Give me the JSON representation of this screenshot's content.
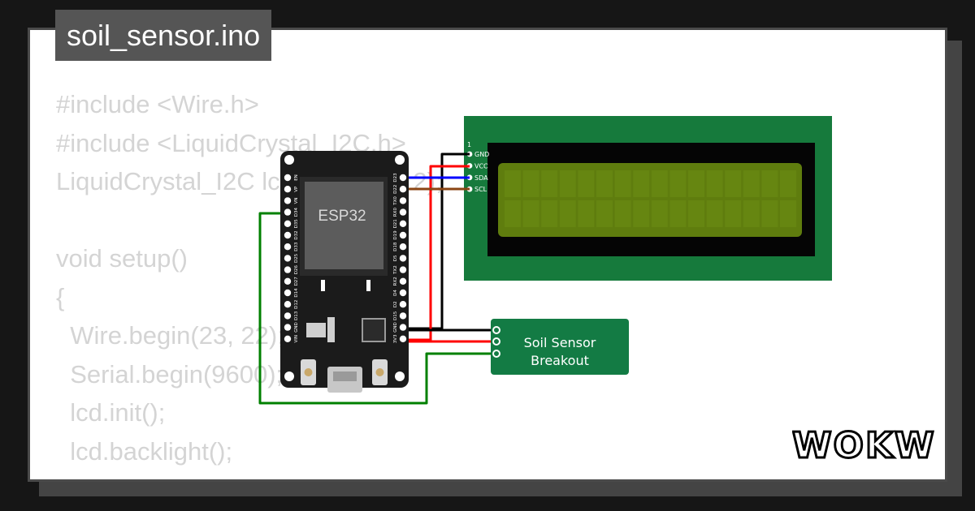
{
  "file": {
    "name": "soil_sensor.ino"
  },
  "code_lines": [
    "#include <Wire.h>",
    "#include <LiquidCrystal_I2C.h>",
    "LiquidCrystal_I2C lcd(0x27, 16, 2);",
    "",
    "void setup()",
    "{",
    "  Wire.begin(23, 22);",
    "  Serial.begin(9600);",
    "  lcd.init();",
    "  lcd.backlight();",
    "}"
  ],
  "esp32": {
    "label": "ESP32",
    "left_pins": [
      "EN",
      "VP",
      "VN",
      "D34",
      "D35",
      "D32",
      "D33",
      "D25",
      "D26",
      "D27",
      "D14",
      "D12",
      "D13",
      "GND",
      "VIN"
    ],
    "right_pins": [
      "D23",
      "D22",
      "TX0",
      "RX0",
      "D21",
      "D19",
      "D18",
      "D5",
      "TX2",
      "RX2",
      "D4",
      "D2",
      "D15",
      "GND",
      "3V3"
    ]
  },
  "lcd": {
    "pin_number": "1",
    "pins": [
      "GND",
      "VCC",
      "SDA",
      "SCL"
    ]
  },
  "soil_sensor": {
    "label_line1": "Soil Sensor",
    "label_line2": "Breakout"
  },
  "brand": {
    "logo_text": "WOKWi"
  },
  "colors": {
    "background": "#161616",
    "card": "#ffffff",
    "code_text": "#d4d4d4",
    "filename_bg": "#555555",
    "board": "#1b1b1b",
    "chip": "#5c5c5c",
    "lcd_pcb": "#167a3c",
    "lcd_screen": "#5f7d0e",
    "sensor_board": "#137b44",
    "wire_gnd": "#000000",
    "wire_vcc": "#ff0000",
    "wire_sda": "#0000ff",
    "wire_scl": "#8b4513",
    "wire_signal": "#008000"
  }
}
